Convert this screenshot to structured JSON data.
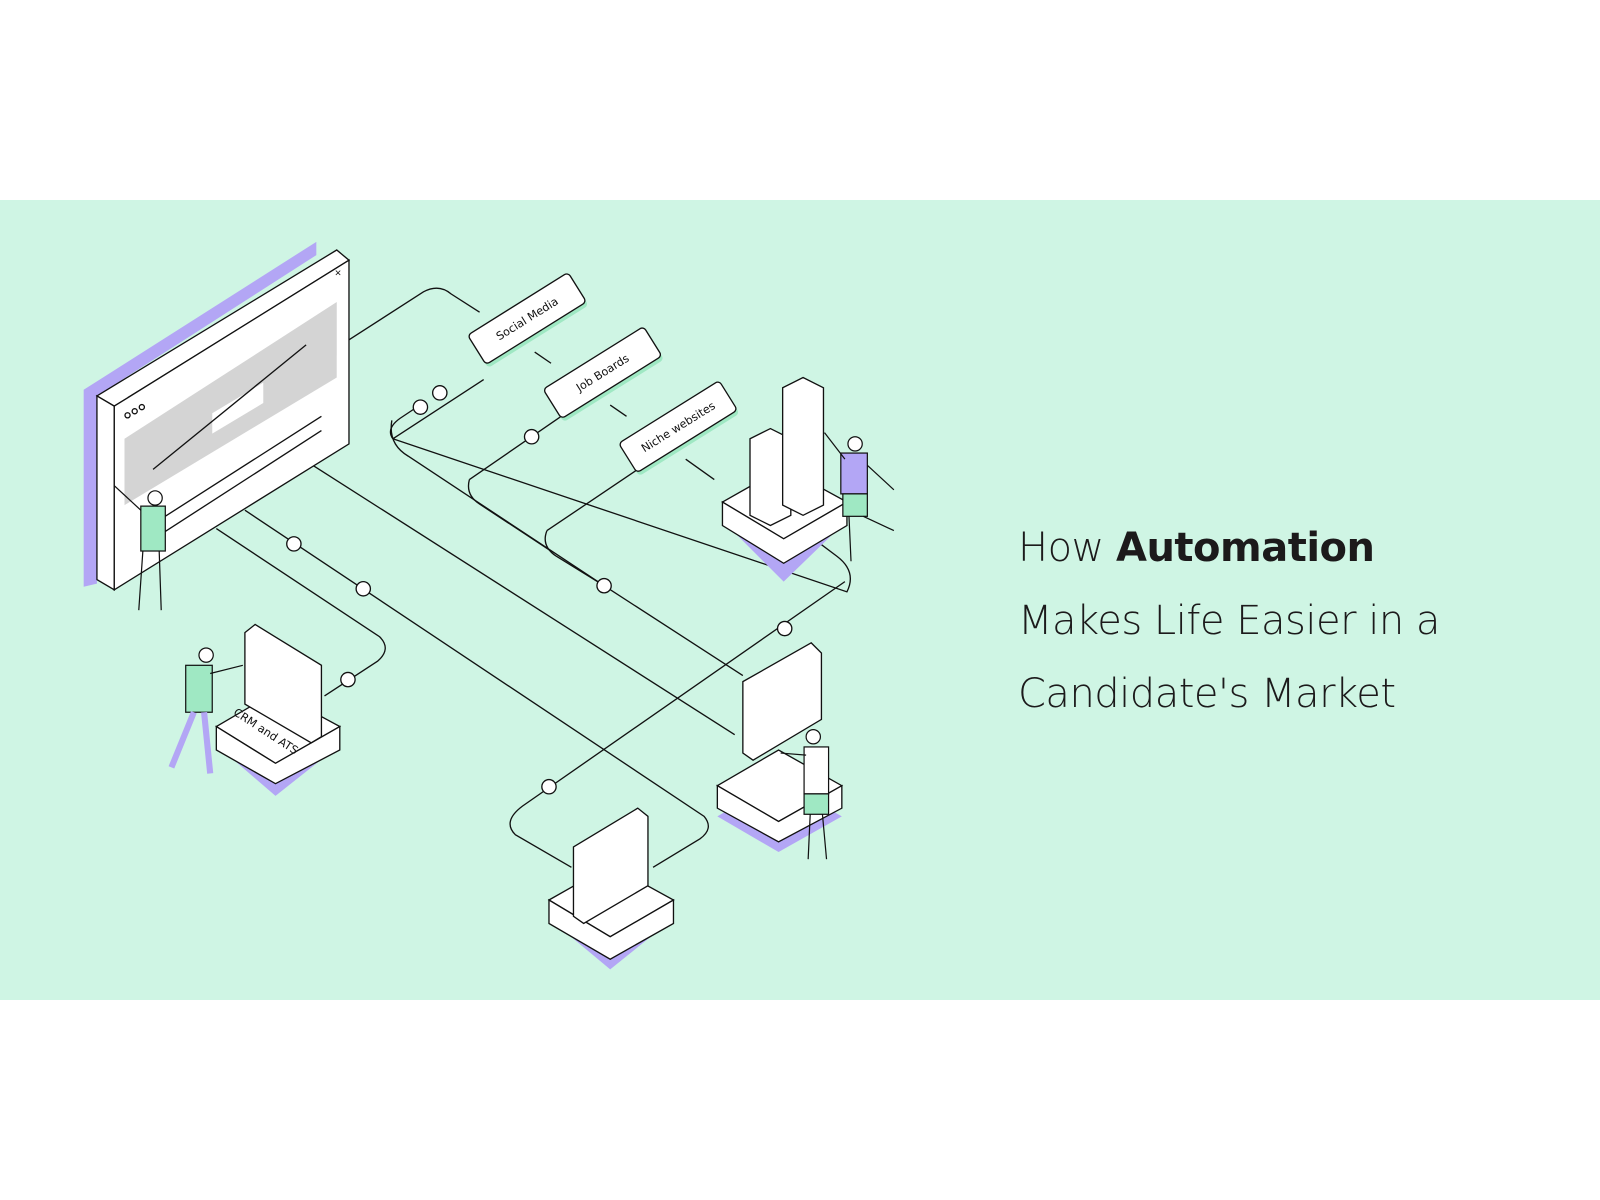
{
  "title": {
    "prefix": "How ",
    "emphasis": "Automation",
    "line2": "Makes Life Easier in a",
    "line3": "Candidate's Market"
  },
  "illustration": {
    "window_close": "×",
    "sources": [
      "Social Media",
      "Job Boards",
      "Niche websites"
    ],
    "crm_label": "CRM and ATS"
  },
  "colors": {
    "background_band": "#cff5e4",
    "accent_purple": "#b3a6f5",
    "accent_green": "#9fe8c3",
    "ink": "#1c1a1b"
  }
}
